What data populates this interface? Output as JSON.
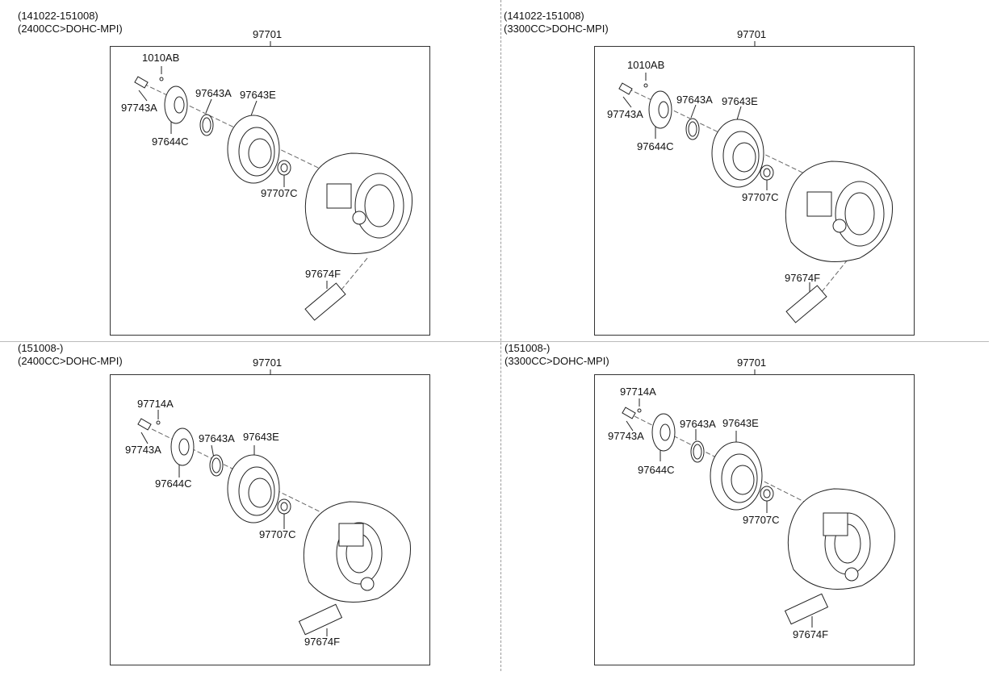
{
  "quadrants": [
    {
      "header": [
        "(141022-151008)",
        "(2400CC>DOHC-MPI)"
      ],
      "assembly": "97701",
      "labels": {
        "hardware": "1010AB",
        "bolt": "97743A",
        "clutch_plate": "97644C",
        "shim": "97643A",
        "pulley": "97643E",
        "bearing": "97707C",
        "sensor": "97674F"
      }
    },
    {
      "header": [
        "(141022-151008)",
        "(3300CC>DOHC-MPI)"
      ],
      "assembly": "97701",
      "labels": {
        "hardware": "1010AB",
        "bolt": "97743A",
        "clutch_plate": "97644C",
        "shim": "97643A",
        "pulley": "97643E",
        "bearing": "97707C",
        "sensor": "97674F"
      }
    },
    {
      "header": [
        "(151008-)",
        "(2400CC>DOHC-MPI)"
      ],
      "assembly": "97701",
      "labels": {
        "hardware": "97714A",
        "bolt": "97743A",
        "clutch_plate": "97644C",
        "shim": "97643A",
        "pulley": "97643E",
        "bearing": "97707C",
        "sensor": "97674F"
      }
    },
    {
      "header": [
        "(151008-)",
        "(3300CC>DOHC-MPI)"
      ],
      "assembly": "97701",
      "labels": {
        "hardware": "97714A",
        "bolt": "97743A",
        "clutch_plate": "97644C",
        "shim": "97643A",
        "pulley": "97643E",
        "bearing": "97707C",
        "sensor": "97674F"
      }
    }
  ]
}
